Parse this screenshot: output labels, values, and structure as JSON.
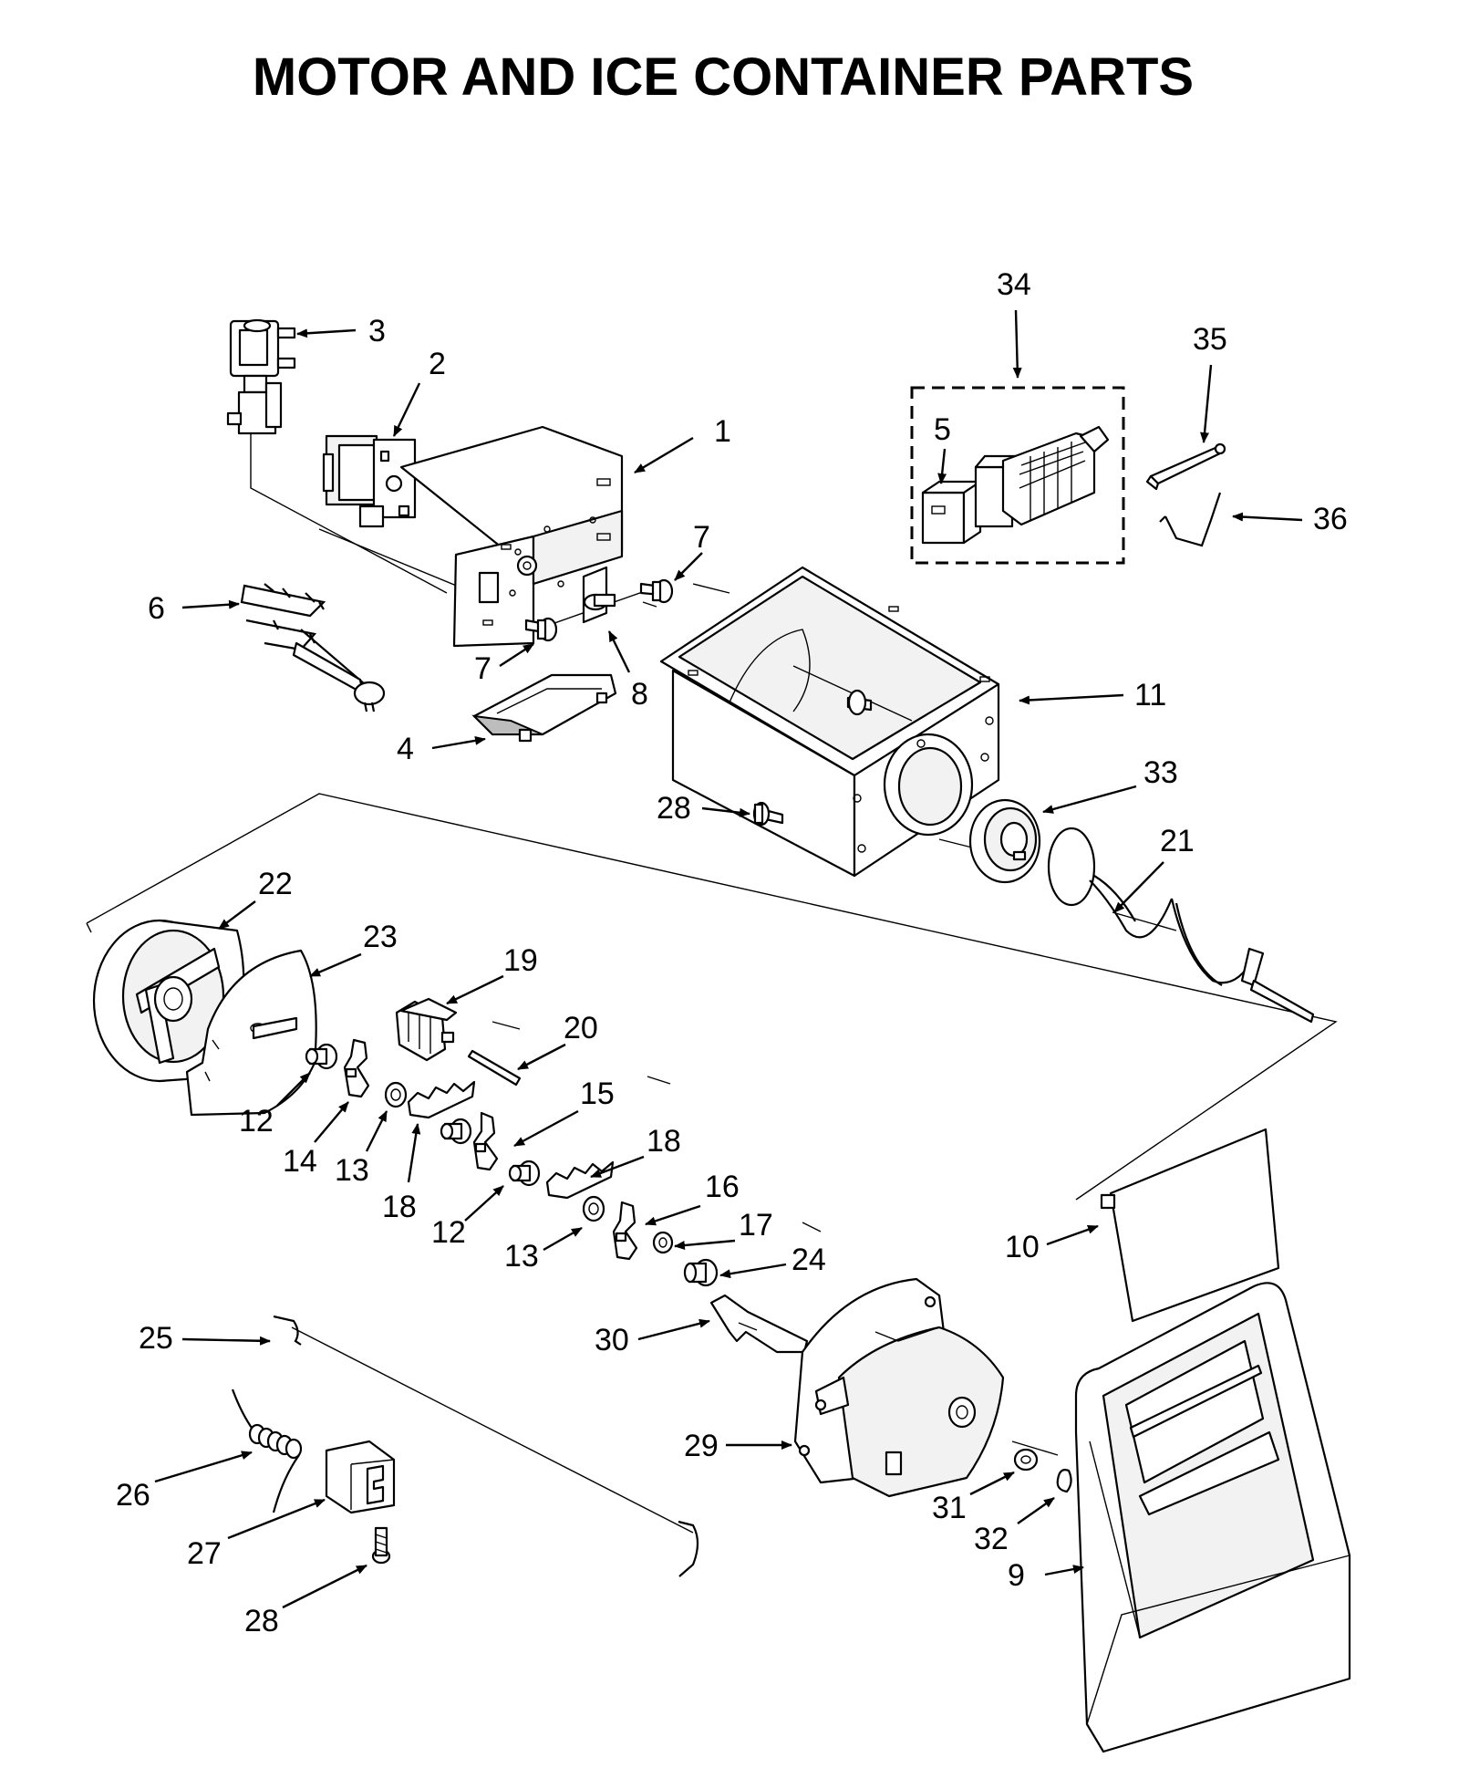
{
  "title": "MOTOR AND ICE CONTAINER PARTS",
  "callouts": [
    {
      "id": "c1",
      "label": "1"
    },
    {
      "id": "c2",
      "label": "2"
    },
    {
      "id": "c3",
      "label": "3"
    },
    {
      "id": "c34",
      "label": "34"
    },
    {
      "id": "c35",
      "label": "35"
    },
    {
      "id": "c5",
      "label": "5"
    },
    {
      "id": "c36",
      "label": "36"
    },
    {
      "id": "c7a",
      "label": "7"
    },
    {
      "id": "c6",
      "label": "6"
    },
    {
      "id": "c7b",
      "label": "7"
    },
    {
      "id": "c8",
      "label": "8"
    },
    {
      "id": "c11",
      "label": "11"
    },
    {
      "id": "c4",
      "label": "4"
    },
    {
      "id": "c33",
      "label": "33"
    },
    {
      "id": "c28a",
      "label": "28"
    },
    {
      "id": "c21",
      "label": "21"
    },
    {
      "id": "c22",
      "label": "22"
    },
    {
      "id": "c23",
      "label": "23"
    },
    {
      "id": "c19",
      "label": "19"
    },
    {
      "id": "c20",
      "label": "20"
    },
    {
      "id": "c15",
      "label": "15"
    },
    {
      "id": "c12a",
      "label": "12"
    },
    {
      "id": "c14",
      "label": "14"
    },
    {
      "id": "c13a",
      "label": "13"
    },
    {
      "id": "c18a",
      "label": "18"
    },
    {
      "id": "c18b",
      "label": "18"
    },
    {
      "id": "c12b",
      "label": "12"
    },
    {
      "id": "c16",
      "label": "16"
    },
    {
      "id": "c13b",
      "label": "13"
    },
    {
      "id": "c17",
      "label": "17"
    },
    {
      "id": "c10",
      "label": "10"
    },
    {
      "id": "c24",
      "label": "24"
    },
    {
      "id": "c25",
      "label": "25"
    },
    {
      "id": "c30",
      "label": "30"
    },
    {
      "id": "c29",
      "label": "29"
    },
    {
      "id": "c26",
      "label": "26"
    },
    {
      "id": "c31",
      "label": "31"
    },
    {
      "id": "c32",
      "label": "32"
    },
    {
      "id": "c27",
      "label": "27"
    },
    {
      "id": "c9",
      "label": "9"
    },
    {
      "id": "c28b",
      "label": "28"
    }
  ]
}
